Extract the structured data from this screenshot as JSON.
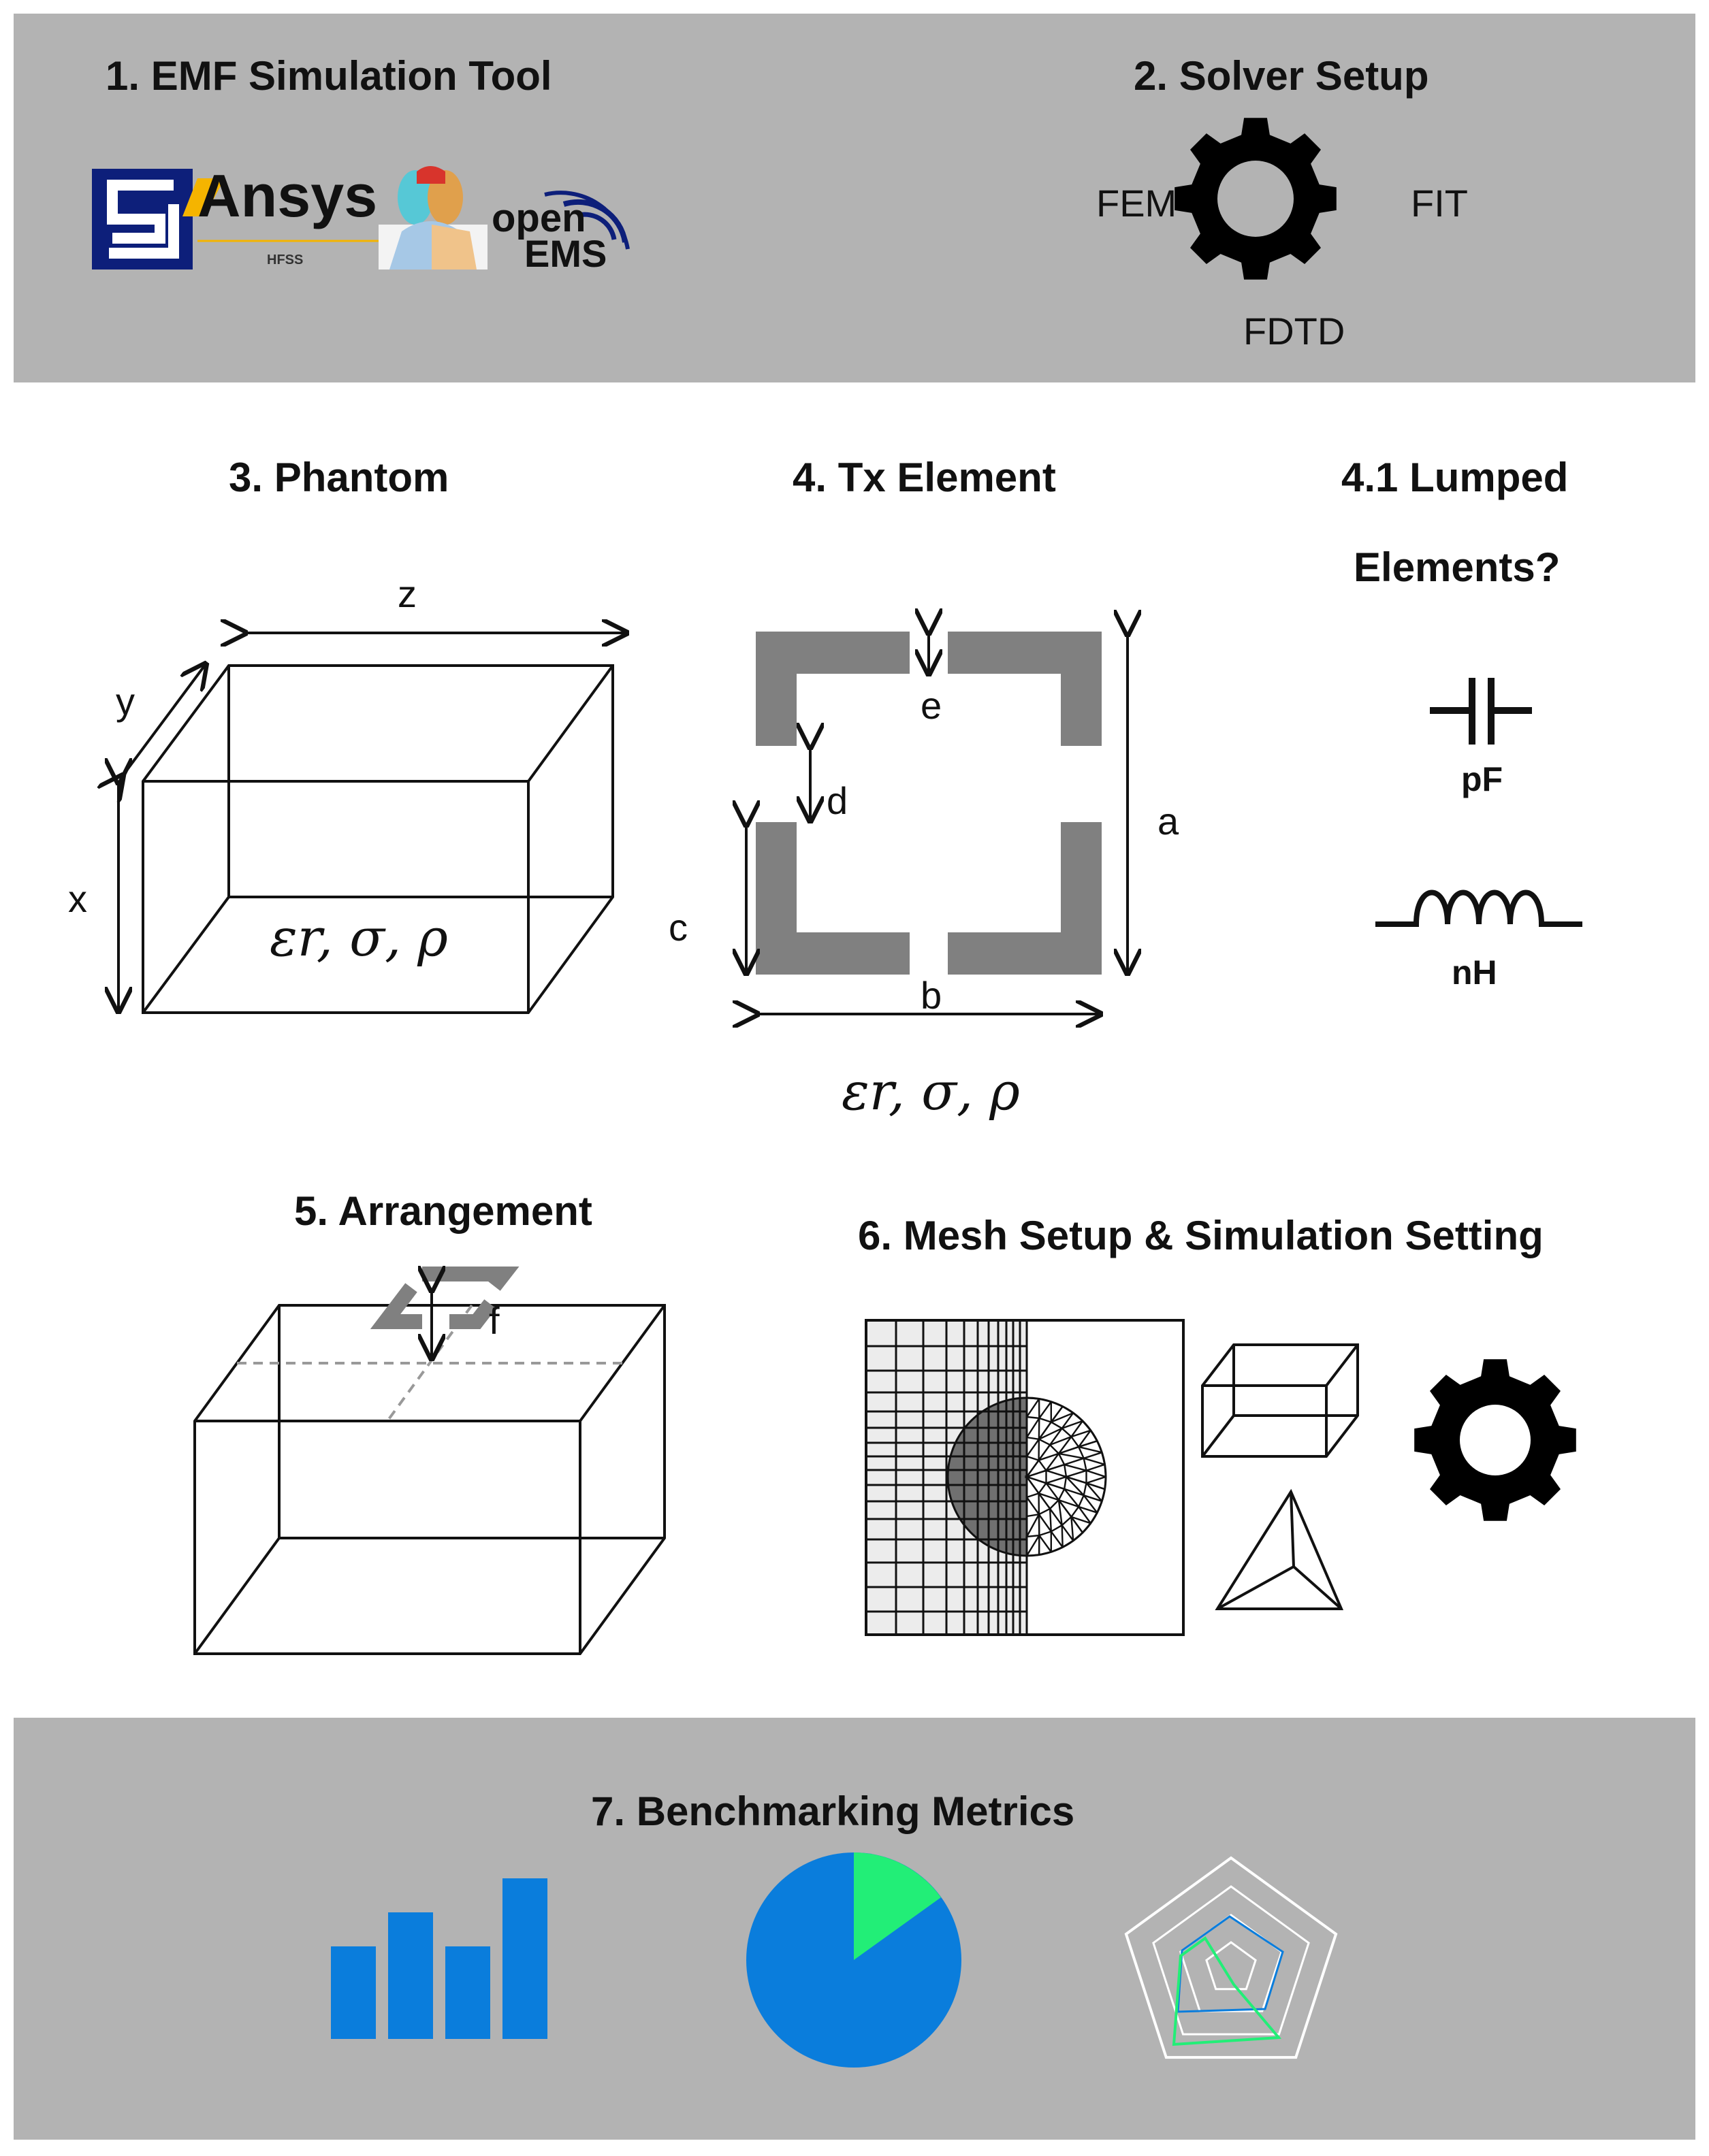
{
  "panel1": {
    "title": "1. EMF Simulation Tool",
    "ansys_name": "Ansys",
    "ansys_sub": "HFSS",
    "openems_top": "open",
    "openems_bottom": "EMS"
  },
  "panel2": {
    "title": "2. Solver Setup",
    "left_label": "FEM",
    "right_label": "FIT",
    "bottom_label": "FDTD"
  },
  "panel3": {
    "title": "3. Phantom",
    "dim_z": "z",
    "dim_y": "y",
    "dim_x": "x",
    "material": "εr, σ, ρ"
  },
  "panel4": {
    "title": "4. Tx Element",
    "dim_a": "a",
    "dim_b": "b",
    "dim_c": "c",
    "dim_d": "d",
    "dim_e": "e",
    "material": "εr, σ, ρ"
  },
  "panel41": {
    "title_line1": "4.1 Lumped",
    "title_line2": "Elements?",
    "capacitor_unit": "pF",
    "inductor_unit": "nH"
  },
  "panel5": {
    "title": "5. Arrangement",
    "dim_f": "f"
  },
  "panel6": {
    "title": "6. Mesh Setup & Simulation Setting"
  },
  "panel7": {
    "title": "7. Benchmarking Metrics"
  },
  "colors": {
    "band": "#b3b3b3",
    "accent_blue": "#0a7ddc",
    "accent_green": "#22ee77",
    "copper": "#808080"
  }
}
